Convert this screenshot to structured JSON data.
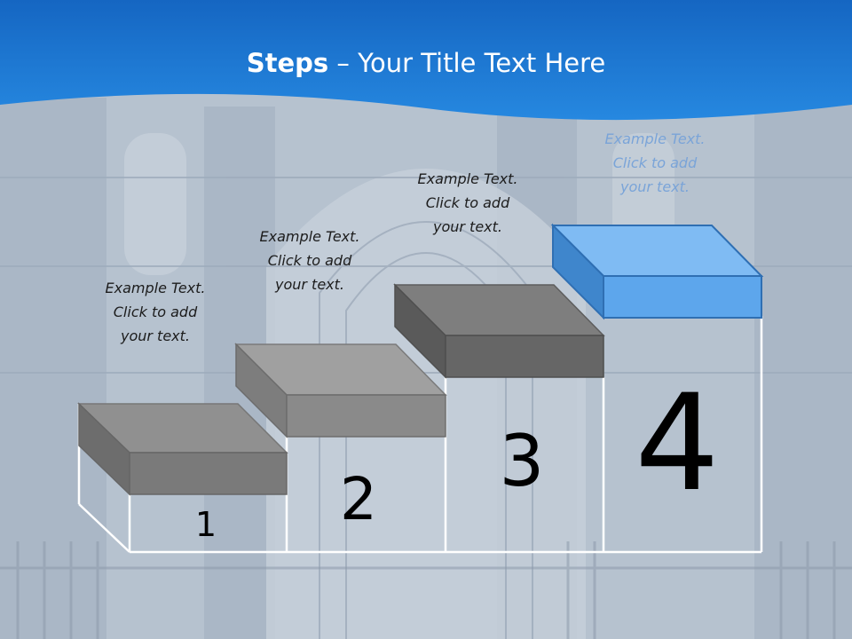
{
  "slide": {
    "title_bold": "Steps",
    "title_rest": " – Your Title Text Here"
  },
  "steps": [
    {
      "number": "1",
      "line1": "Example Text.",
      "line2": "Click  to add",
      "line3": "your text."
    },
    {
      "number": "2",
      "line1": "Example Text.",
      "line2": "Click  to add",
      "line3": "your text."
    },
    {
      "number": "3",
      "line1": "Example Text.",
      "line2": "Click  to add",
      "line3": "your text."
    },
    {
      "number": "4",
      "line1": "Example Text.",
      "line2": "Click  to add",
      "line3": "your text."
    }
  ],
  "colors": {
    "header_blue": "#1a7bd6",
    "gray_block_front": "#7c7c7c",
    "gray_block_top": "#8f8f8f",
    "highlight_front": "#5da6ec",
    "highlight_top": "#7fbbf3",
    "highlight_side": "#3f86cc"
  }
}
